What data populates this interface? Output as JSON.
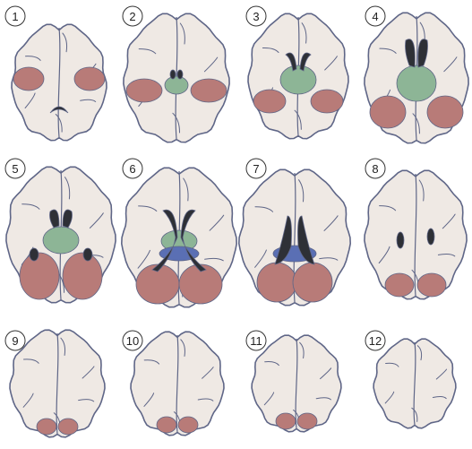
{
  "figure": {
    "colors": {
      "background": "#ffffff",
      "tissue": "#efe9e4",
      "outline": "#5f6687",
      "ventricle": "#2e3036",
      "territory_red": "#b87b78",
      "territory_green": "#8db596",
      "territory_blue": "#5a6fb4"
    },
    "slices": [
      {
        "label": "1",
        "regions": [
          "red"
        ]
      },
      {
        "label": "2",
        "regions": [
          "red",
          "green"
        ]
      },
      {
        "label": "3",
        "regions": [
          "red",
          "green"
        ]
      },
      {
        "label": "4",
        "regions": [
          "red",
          "green"
        ]
      },
      {
        "label": "5",
        "regions": [
          "red",
          "green"
        ]
      },
      {
        "label": "6",
        "regions": [
          "red",
          "green",
          "blue"
        ]
      },
      {
        "label": "7",
        "regions": [
          "red",
          "blue"
        ]
      },
      {
        "label": "8",
        "regions": [
          "red"
        ]
      },
      {
        "label": "9",
        "regions": [
          "red"
        ]
      },
      {
        "label": "10",
        "regions": [
          "red"
        ]
      },
      {
        "label": "11",
        "regions": [
          "red"
        ]
      },
      {
        "label": "12",
        "regions": []
      }
    ]
  }
}
